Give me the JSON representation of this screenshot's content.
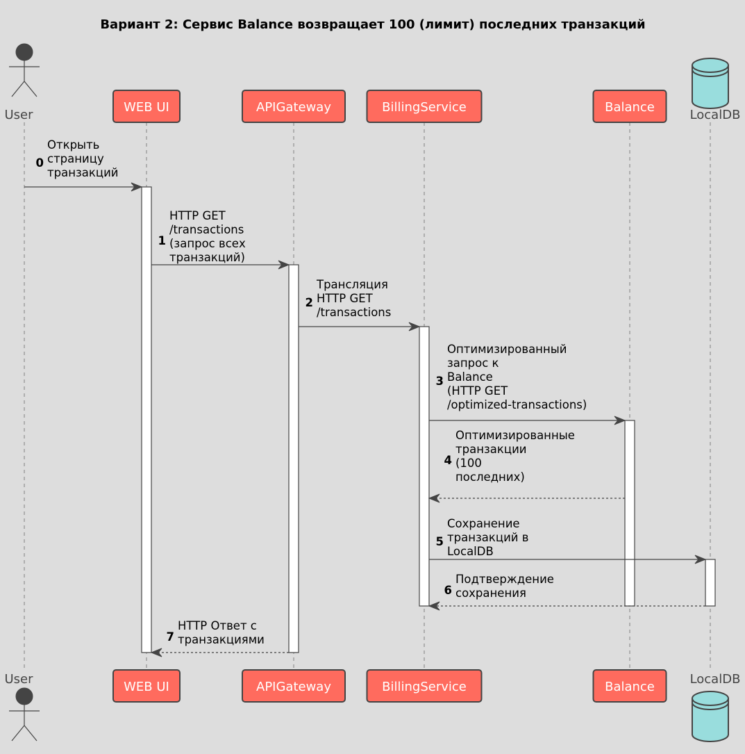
{
  "title": "Вариант 2: Сервис Balance возвращает 100 (лимит) последних транзакций",
  "colors": {
    "background": "#DDDDDD",
    "participant_fill": "#FF6B5E",
    "database_fill": "#99DDDD",
    "actor_fill": "#444444",
    "border": "#444444",
    "line": "#444444"
  },
  "participants": [
    {
      "id": "user",
      "kind": "actor",
      "label": "User"
    },
    {
      "id": "webui",
      "kind": "participant",
      "label": "WEB UI"
    },
    {
      "id": "apigw",
      "kind": "participant",
      "label": "APIGateway"
    },
    {
      "id": "billing",
      "kind": "participant",
      "label": "BillingService"
    },
    {
      "id": "balance",
      "kind": "participant",
      "label": "Balance"
    },
    {
      "id": "localdb",
      "kind": "database",
      "label": "LocalDB"
    }
  ],
  "messages": [
    {
      "num": "0",
      "from": "user",
      "to": "webui",
      "type": "sync",
      "lines": [
        "Открыть",
        "страницу",
        "транзакций"
      ]
    },
    {
      "num": "1",
      "from": "webui",
      "to": "apigw",
      "type": "sync",
      "lines": [
        "HTTP GET",
        "/transactions",
        "(запрос всех",
        "транзакций)"
      ]
    },
    {
      "num": "2",
      "from": "apigw",
      "to": "billing",
      "type": "sync",
      "lines": [
        "Трансляция",
        "HTTP GET",
        "/transactions"
      ]
    },
    {
      "num": "3",
      "from": "billing",
      "to": "balance",
      "type": "sync",
      "lines": [
        "Оптимизированный",
        "запрос к",
        "Balance",
        "(HTTP GET",
        "/optimized-transactions)"
      ]
    },
    {
      "num": "4",
      "from": "balance",
      "to": "billing",
      "type": "return",
      "lines": [
        "Оптимизированные",
        "транзакции",
        "(100",
        "последних)"
      ]
    },
    {
      "num": "5",
      "from": "billing",
      "to": "localdb",
      "type": "sync",
      "lines": [
        "Сохранение",
        "транзакций в",
        "LocalDB"
      ]
    },
    {
      "num": "6",
      "from": "localdb",
      "to": "billing",
      "type": "return",
      "lines": [
        "Подтверждение",
        "сохранения"
      ]
    },
    {
      "num": "7",
      "from": "apigw",
      "to": "webui",
      "type": "return",
      "lines": [
        "HTTP Ответ с",
        "транзакциями"
      ]
    }
  ]
}
